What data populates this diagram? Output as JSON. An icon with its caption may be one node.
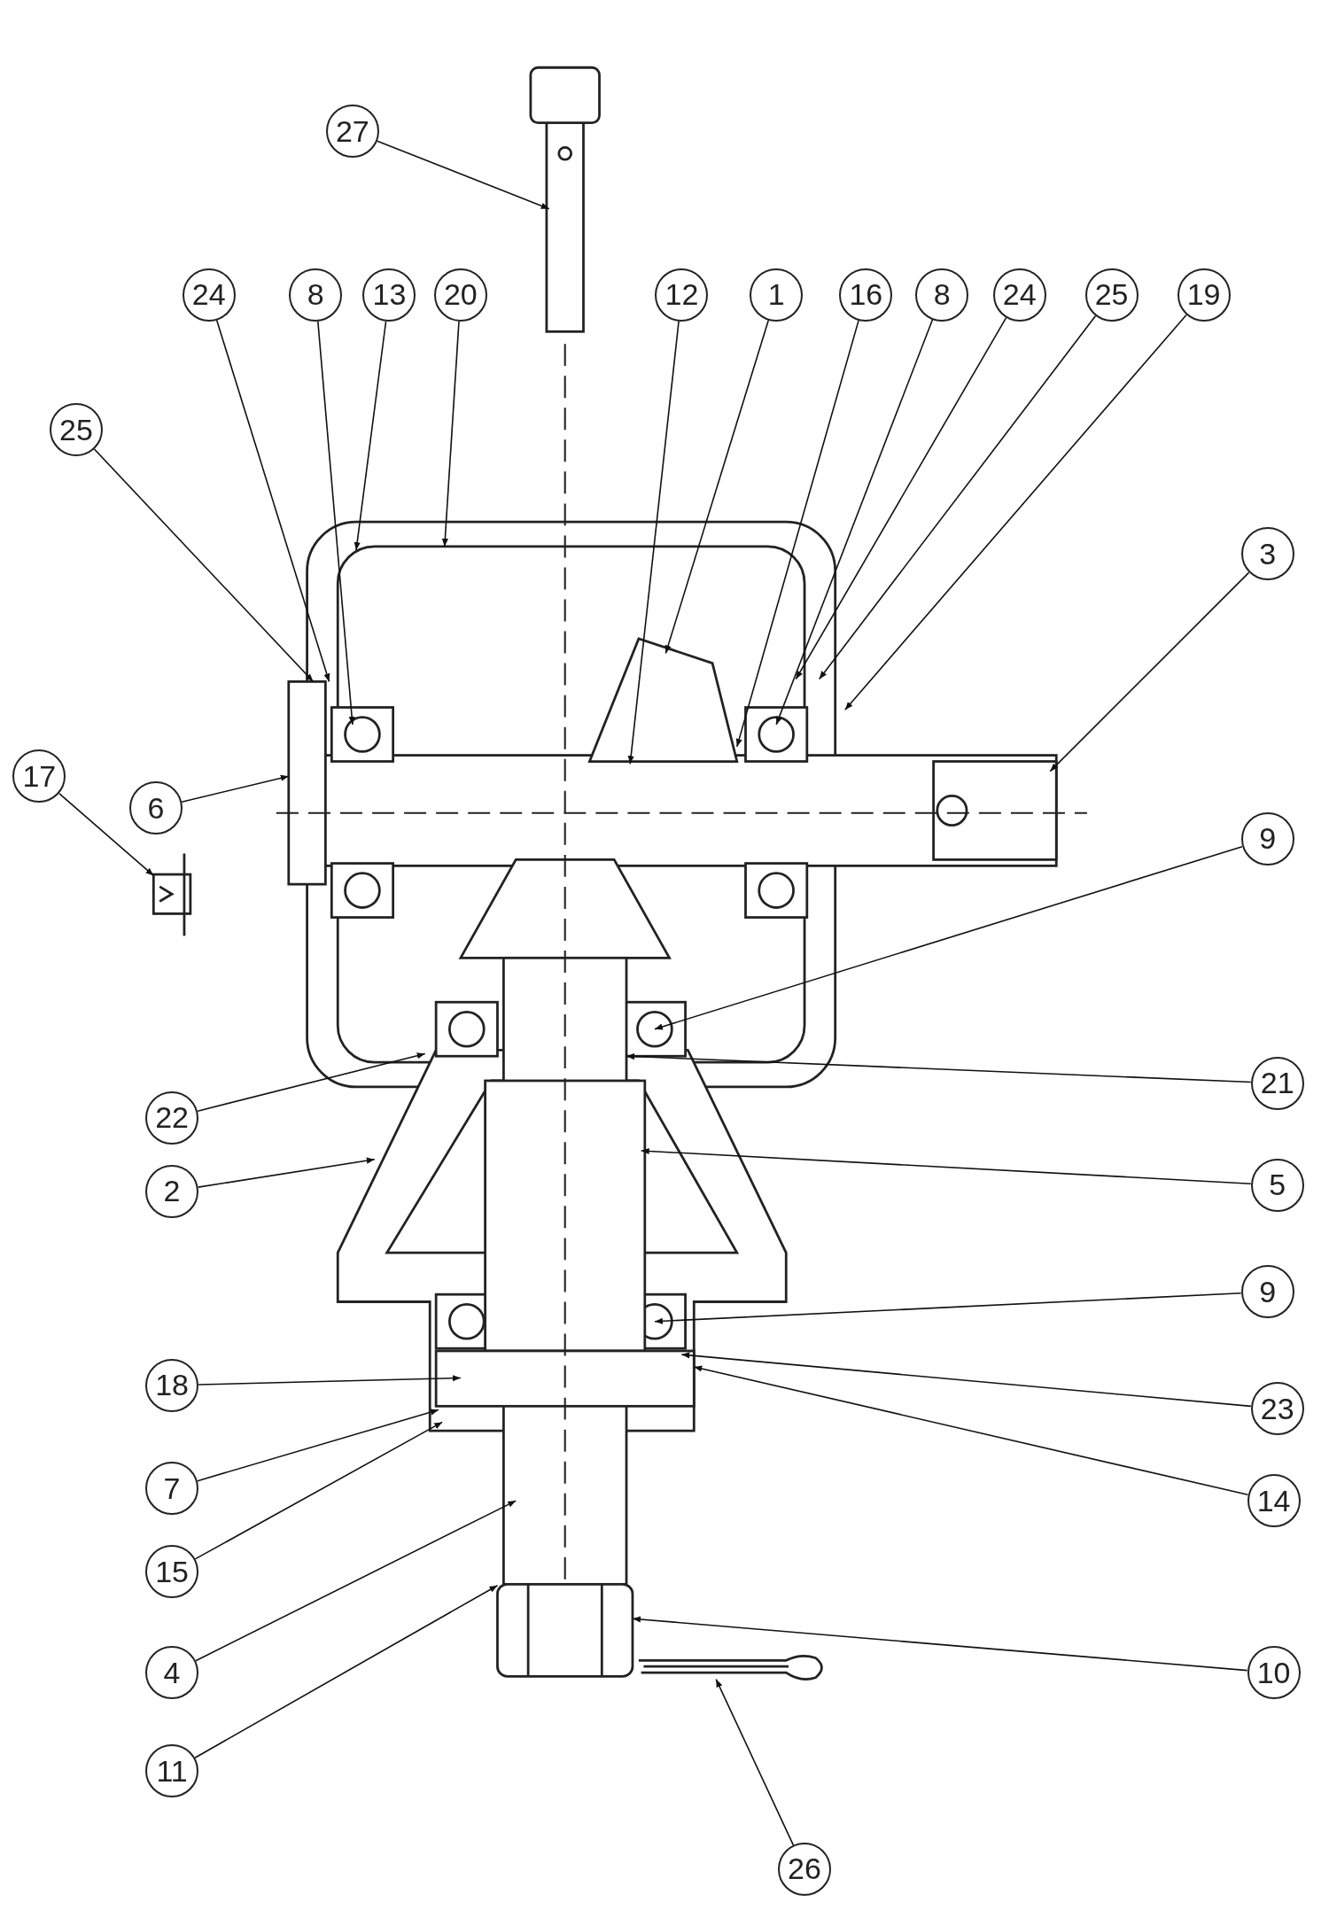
{
  "diagram": {
    "nodes": [
      {
        "text": [
          "27"
        ]
      },
      {
        "text": [
          "24"
        ]
      },
      {
        "text": [
          "8"
        ]
      },
      {
        "text": [
          "13"
        ]
      },
      {
        "text": [
          "20"
        ]
      },
      {
        "text": [
          "12"
        ]
      },
      {
        "text": [
          "1"
        ]
      },
      {
        "text": [
          "16"
        ]
      },
      {
        "text": [
          "8"
        ]
      },
      {
        "text": [
          "24"
        ]
      },
      {
        "text": [
          "25"
        ]
      },
      {
        "text": [
          "19"
        ]
      },
      {
        "text": [
          "25"
        ]
      },
      {
        "text": [
          "3"
        ]
      },
      {
        "text": [
          "6"
        ]
      },
      {
        "text": [
          "17"
        ]
      },
      {
        "text": [
          "9"
        ]
      },
      {
        "text": [
          "22"
        ]
      },
      {
        "text": [
          "21"
        ]
      },
      {
        "text": [
          "2"
        ]
      },
      {
        "text": [
          "5"
        ]
      },
      {
        "text": [
          "9"
        ]
      },
      {
        "text": [
          "18"
        ]
      },
      {
        "text": [
          "23"
        ]
      },
      {
        "text": [
          "7"
        ]
      },
      {
        "text": [
          "14"
        ]
      },
      {
        "text": [
          "15"
        ]
      },
      {
        "text": [
          "4"
        ]
      },
      {
        "text": [
          "10"
        ]
      },
      {
        "text": [
          "11"
        ]
      },
      {
        "text": [
          "26"
        ]
      },
      {
        "text": [],
        "shape": "picture"
      },
      {
        "text": [],
        "shape": "picture"
      },
      {
        "text": [],
        "shape": "picture"
      }
    ],
    "edges": [
      {
        "from": 0,
        "to": null,
        "arrow": "to"
      },
      {
        "from": 1,
        "to": null,
        "arrow": "to"
      },
      {
        "from": 2,
        "to": null,
        "arrow": "to"
      },
      {
        "from": 3,
        "to": null,
        "arrow": "to"
      },
      {
        "from": 4,
        "to": null,
        "arrow": "to"
      },
      {
        "from": 5,
        "to": null,
        "arrow": "to"
      },
      {
        "from": 6,
        "to": null,
        "arrow": "to"
      },
      {
        "from": 7,
        "to": null,
        "arrow": "to"
      },
      {
        "from": 8,
        "to": null,
        "arrow": "to"
      },
      {
        "from": 9,
        "to": null,
        "arrow": "to"
      },
      {
        "from": 10,
        "to": null,
        "arrow": "to"
      },
      {
        "from": 11,
        "to": null,
        "arrow": "to"
      },
      {
        "from": 12,
        "to": null,
        "arrow": "to"
      },
      {
        "from": 13,
        "to": null,
        "arrow": "to"
      },
      {
        "from": 14,
        "to": null,
        "arrow": "to"
      },
      {
        "from": 15,
        "to": 31,
        "arrow": "to"
      },
      {
        "from": 16,
        "to": null,
        "arrow": "to"
      },
      {
        "from": 17,
        "to": null,
        "arrow": "to"
      },
      {
        "from": 18,
        "to": null,
        "arrow": "to"
      },
      {
        "from": 19,
        "to": null,
        "arrow": "to"
      },
      {
        "from": 20,
        "to": null,
        "arrow": "to"
      },
      {
        "from": 21,
        "to": null,
        "arrow": "to"
      },
      {
        "from": 22,
        "to": null,
        "arrow": "to"
      },
      {
        "from": 23,
        "to": null,
        "arrow": "to"
      },
      {
        "from": 24,
        "to": null,
        "arrow": "to"
      },
      {
        "from": 25,
        "to": null,
        "arrow": "to"
      },
      {
        "from": 26,
        "to": null,
        "arrow": "to"
      },
      {
        "from": 27,
        "to": null,
        "arrow": "to"
      },
      {
        "from": 28,
        "to": 33,
        "arrow": "to"
      },
      {
        "from": 29,
        "to": 33,
        "arrow": "to"
      },
      {
        "from": 30,
        "to": 32,
        "arrow": "to"
      }
    ]
  }
}
